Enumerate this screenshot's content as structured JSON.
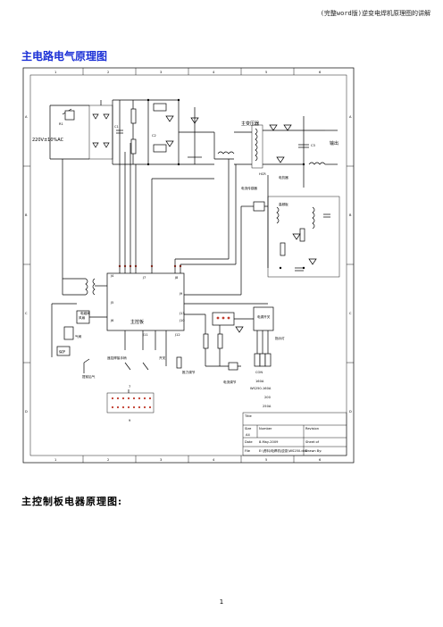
{
  "header": {
    "doc_title": "(完整word版)逆变电焊机原理图的讲解"
  },
  "section_title": "主电路电气原理图",
  "section2_title": "主控制板电器原理图:",
  "page_number": "1",
  "schematic": {
    "grid_cols": [
      "1",
      "2",
      "3",
      "4",
      "5",
      "6"
    ],
    "grid_rows": [
      "A",
      "B",
      "C",
      "D"
    ],
    "labels": {
      "input": "220V±10%AC",
      "transformer": "主变压器",
      "output": "输出",
      "r1": "R1",
      "c1": "C1",
      "c2": "C2",
      "c3": "C3",
      "reactor": "电抗器",
      "hcr": "HCR",
      "current_sensor": "电流传感器",
      "main_board": "主控板",
      "j4": "J4",
      "j5": "J5",
      "j6": "J6",
      "j7": "J7",
      "j8": "J8",
      "j9": "J9",
      "j10": "J10",
      "j11": "J11",
      "j12": "J12",
      "j13": "J13",
      "fan": "风扇",
      "breaker": "电磁阀",
      "gas_valve": "气阀",
      "protect": "保护",
      "tig": "提前后气",
      "remote": "遥控焊接手柄",
      "switch": "开关",
      "arc_force": "推力调节",
      "current_adj": "电流调节",
      "lamp": "指示灯",
      "power_switch": "电源开关",
      "ws_label": "WS250-160A",
      "param_100a": "160A",
      "param_200a": "200",
      "param_250a": "250A",
      "high_freq": "高频板",
      "connector": "CON",
      "j7_label": "7",
      "j8_label": "8",
      "j9_label": "9"
    },
    "title_block": {
      "title_label": "Title",
      "size_label": "Size",
      "number_label": "Number",
      "revision_label": "Revision",
      "size_value": "A4",
      "date_label": "Date",
      "date_value": "8-May-2009",
      "sheet_label": "Sheet of",
      "file_label": "File",
      "file_value": "E:\\资料\\电焊机\\逆变\\WS250.ddb",
      "drawn_label": "Drawn By:"
    }
  }
}
